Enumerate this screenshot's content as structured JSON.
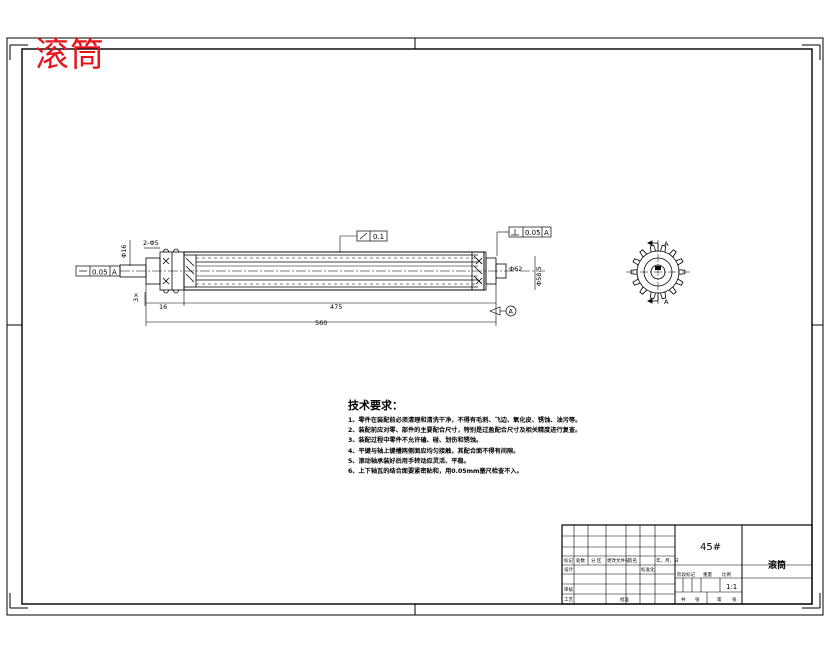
{
  "title": "滚筒",
  "tech_requirements": {
    "heading": "技术要求：",
    "lines": [
      "1、零件在装配前必须清理和清洗干净，不得有毛刺、飞边、氧化皮、锈蚀、油污等。",
      "2、装配前应对零、部件的主要配合尺寸，特别是过盈配合尺寸及相关精度进行复查。",
      "3、装配过程中零件不允许磕、碰、划伤和锈蚀。",
      "4、平键与轴上键槽两侧面应均匀接触，其配合面不得有间隙。",
      "5、滚动轴承装好后用手转动应灵活、平稳。",
      "6、上下轴瓦的结合面要紧密贴和，用0.05mm塞尺检查不入。"
    ]
  },
  "tolerances": {
    "left": {
      "value": "0.05",
      "datum": "A"
    },
    "right": {
      "value": "0.05",
      "datum": "A"
    },
    "middle": {
      "value": "0.1"
    }
  },
  "dimensions": {
    "top_left_small": "2-Φ5",
    "vertical_left": "Φ16",
    "chamfer": "3×",
    "right_small": "Φ62",
    "right_vertical": "Φ58.5",
    "shaft_len": "16",
    "inner_len": "475",
    "overall_len": "560",
    "datum_circle": "A"
  },
  "section_view": {
    "label_top": "A",
    "label_bottom": "A"
  },
  "title_block": {
    "material": "45#",
    "part_name": "滚筒",
    "scale": "1:1",
    "cells": [
      "标记",
      "处数",
      "分 区",
      "更改文件号",
      "签名",
      "年、月、日",
      "设计",
      "标准化",
      "阶段标记",
      "重量",
      "比例",
      "审核",
      "工艺",
      "批准",
      "共",
      "张",
      "第",
      "张"
    ]
  }
}
